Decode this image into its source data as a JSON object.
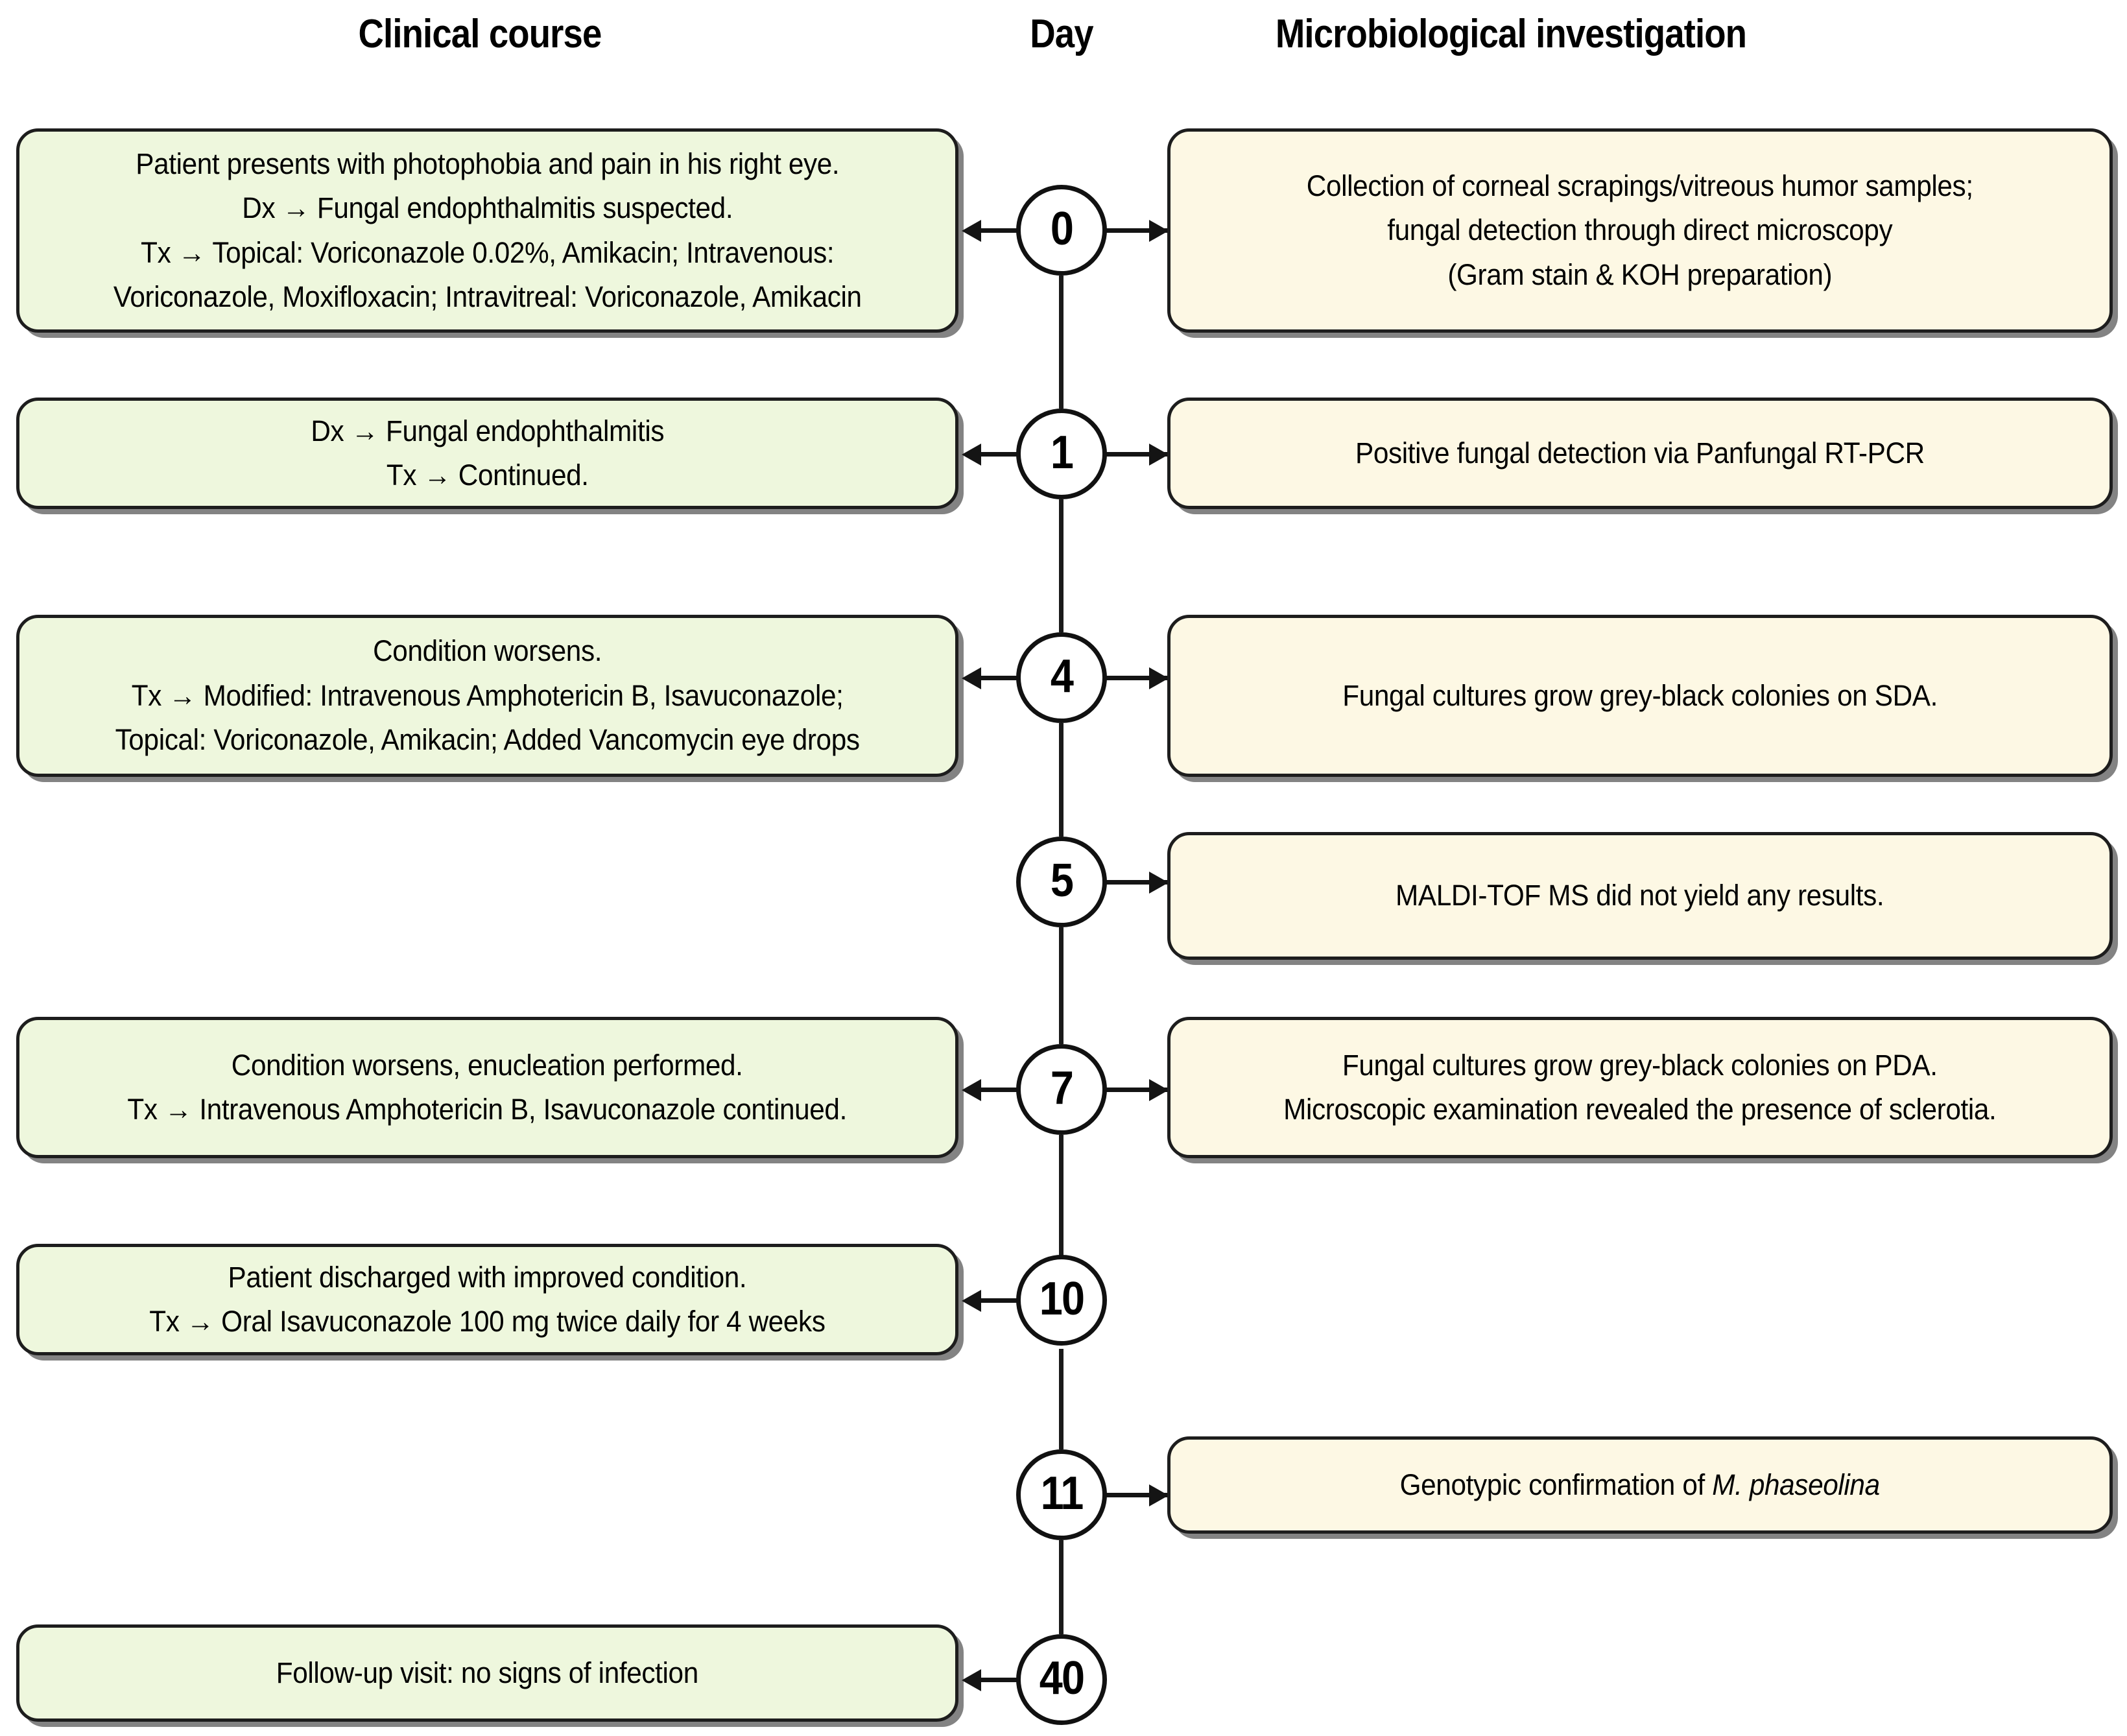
{
  "headers": {
    "left": "Clinical course",
    "center": "Day",
    "right": "Microbiological investigation"
  },
  "colors": {
    "clinical_box_fill": "#eef7dd",
    "microbiology_box_fill": "#fdf8e4",
    "node_border": "#1d1d1d",
    "line": "#141414",
    "background": "#ffffff"
  },
  "timeline": [
    {
      "day": "0",
      "clinical": "Patient presents with photophobia and pain in his right eye.\nDx → Fungal endophthalmitis suspected.\nTx → Topical: Voriconazole 0.02%, Amikacin; Intravenous:\nVoriconazole, Moxifloxacin; Intravitreal: Voriconazole, Amikacin",
      "microbiology": "Collection of corneal scrapings/vitreous humor samples;\nfungal detection through direct microscopy\n(Gram stain & KOH preparation)"
    },
    {
      "day": "1",
      "clinical": "Dx → Fungal endophthalmitis\nTx → Continued.",
      "microbiology": "Positive fungal detection via Panfungal RT-PCR"
    },
    {
      "day": "4",
      "clinical": "Condition worsens.\nTx → Modified: Intravenous Amphotericin B, Isavuconazole;\nTopical: Voriconazole, Amikacin; Added Vancomycin eye drops",
      "microbiology": "Fungal cultures grow grey-black colonies on SDA."
    },
    {
      "day": "5",
      "clinical": null,
      "microbiology": "MALDI-TOF MS did not yield any results."
    },
    {
      "day": "7",
      "clinical": "Condition worsens, enucleation performed.\nTx → Intravenous Amphotericin B, Isavuconazole continued.",
      "microbiology": "Fungal cultures grow grey-black colonies on PDA.\nMicroscopic examination revealed the presence of sclerotia."
    },
    {
      "day": "10",
      "clinical": "Patient discharged with improved condition.\nTx → Oral Isavuconazole 100 mg twice daily for 4 weeks",
      "microbiology": null
    },
    {
      "day": "11",
      "clinical": null,
      "microbiology_html": "Genotypic confirmation of <em>M. phaseolina</em>",
      "microbiology": "Genotypic confirmation of M. phaseolina"
    },
    {
      "day": "40",
      "clinical": "Follow-up visit: no signs of infection",
      "microbiology": null
    }
  ]
}
